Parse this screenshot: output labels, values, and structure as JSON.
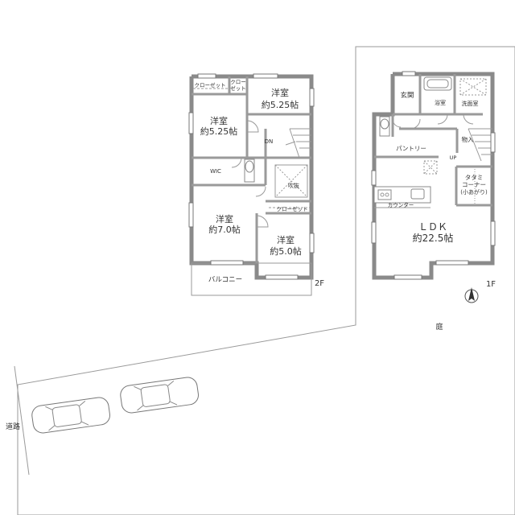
{
  "floor2": {
    "floor_label": "2F",
    "closet_1": "クローゼット",
    "closet_2_line1": "クロー",
    "closet_2_line2": "ゼット",
    "room_a_name": "洋室",
    "room_a_size": "約5.25帖",
    "room_b_name": "洋室",
    "room_b_size": "約5.25帖",
    "wic": "WIC",
    "dn": "DN",
    "void": "吹抜",
    "closet_3": "クローゼット",
    "room_c_name": "洋室",
    "room_c_size": "約7.0帖",
    "room_d_name": "洋室",
    "room_d_size": "約5.0帖",
    "balcony": "バルコニー"
  },
  "floor1": {
    "floor_label": "1F",
    "entrance": "玄関",
    "bath": "浴室",
    "washroom": "洗面室",
    "storage": "物入",
    "pantry": "パントリー",
    "up": "UP",
    "tatami_line1": "タタミ",
    "tatami_line2": "コーナー",
    "tatami_line3": "(小あがり)",
    "counter": "カウンター",
    "ldk_name": "ＬＤＫ",
    "ldk_size": "約22.5帖"
  },
  "site": {
    "garden": "庭",
    "road": "道路"
  },
  "icons": [
    "north-arrow-icon",
    "car-icon"
  ]
}
